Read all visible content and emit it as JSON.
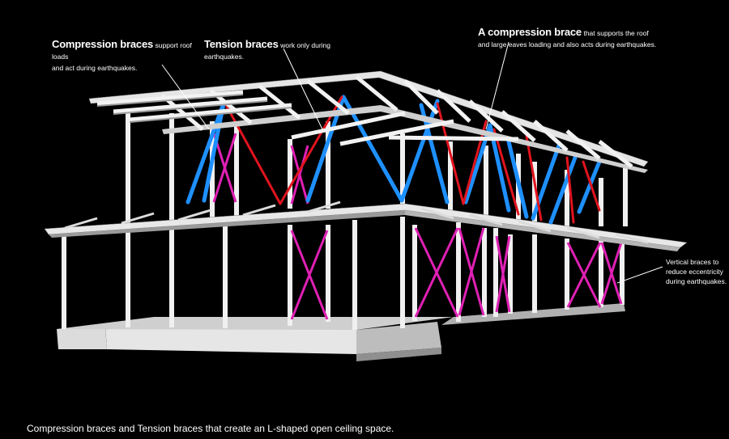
{
  "annotations": {
    "compression": {
      "title": "Compression braces",
      "text_line1": "support roof loads",
      "text_line2": "and act during earthquakes."
    },
    "tension": {
      "title": "Tension braces",
      "text": "work only during earthquakes."
    },
    "roof_brace": {
      "title": "A compression brace",
      "text_line1": "that supports the roof",
      "text_line2": "and large eaves loading and also acts during earthquakes."
    },
    "vertical": {
      "line1": "Vertical braces to",
      "line2": "reduce eccentricity",
      "line3": "during earthquakes."
    }
  },
  "caption": "Compression braces and Tension braces that create an L-shaped open ceiling space.",
  "colors": {
    "background": "#000000",
    "frame": "#f2f2f2",
    "frame_shade": "#a8a8a8",
    "compression_brace": "#1e90ff",
    "tension_brace": "#e0141e",
    "vertical_brace": "#e020b4",
    "label_text": "#ffffff"
  }
}
